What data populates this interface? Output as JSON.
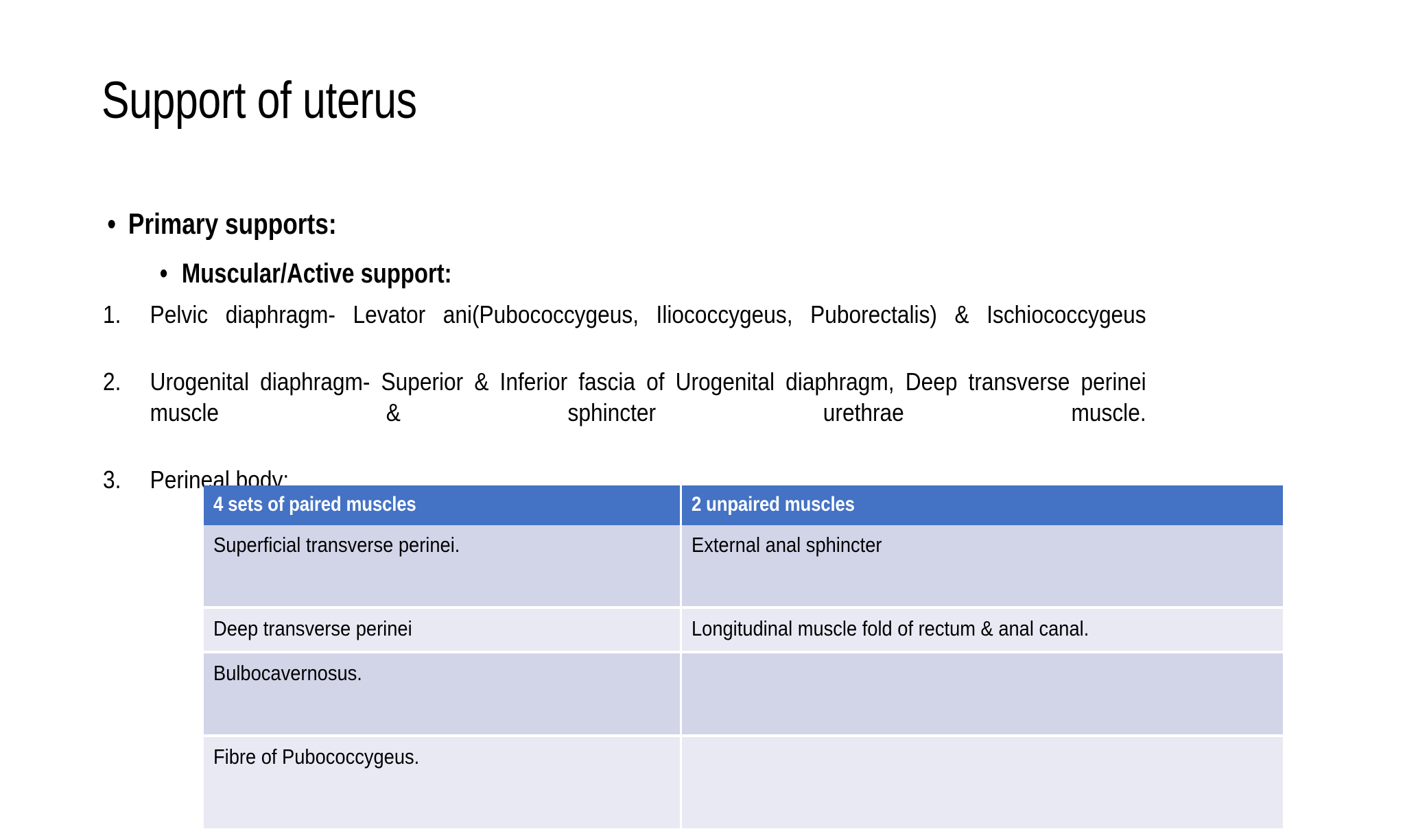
{
  "slide": {
    "title": "Support of uterus",
    "bullet_glyph": "•",
    "level1": {
      "label": "Primary supports:"
    },
    "level2": {
      "label": "Muscular/Active support:"
    },
    "numbered_items": [
      {
        "number": "1.",
        "text": "Pelvic diaphragm- Levator ani(Pubococcygeus, Iliococcygeus, Puborectalis) & Ischiococcygeus"
      },
      {
        "number": "2.",
        "text": "Urogenital diaphragm- Superior & Inferior fascia of Urogenital diaphragm, Deep transverse perinei muscle & sphincter urethrae muscle."
      },
      {
        "number": "3.",
        "text": "Perineal body:"
      }
    ]
  },
  "table": {
    "headers": [
      "4 sets of paired muscles",
      "2 unpaired muscles"
    ],
    "rows": [
      [
        "Superficial transverse perinei.",
        "External anal sphincter"
      ],
      [
        "Deep transverse perinei",
        "Longitudinal muscle fold of rectum & anal canal."
      ],
      [
        "Bulbocavernosus.",
        ""
      ],
      [
        "Fibre of Pubococcygeus.",
        ""
      ]
    ]
  },
  "colors": {
    "header_blue": "#4472C4",
    "row_band_dark": "#D2D5E8",
    "row_band_light": "#E8E9F3",
    "page_background": "#FFFFFF",
    "text": "#000000",
    "header_text": "#FFFFFF"
  }
}
